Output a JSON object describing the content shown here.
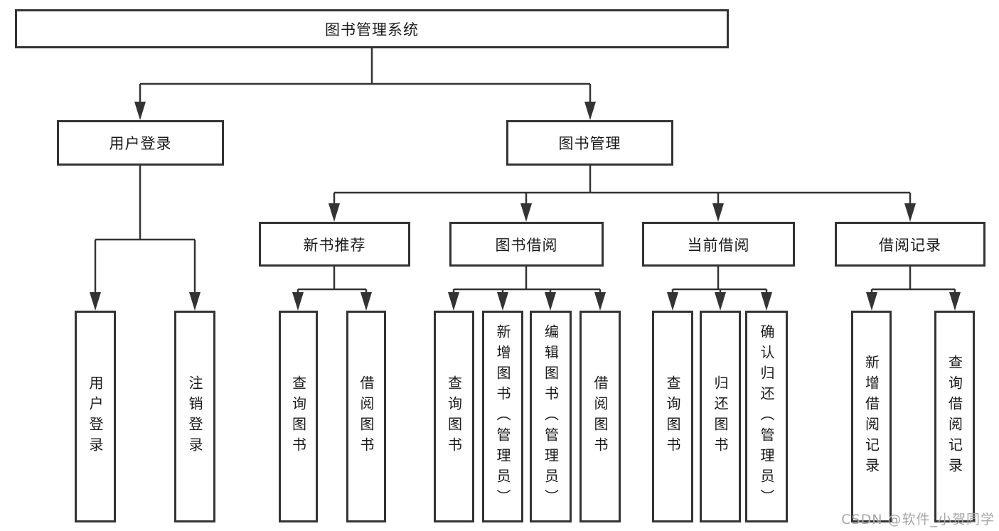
{
  "tree": {
    "label": "图书管理系统",
    "children": [
      {
        "label": "用户登录",
        "children": [
          {
            "label": "用户登录"
          },
          {
            "label": "注销登录"
          }
        ]
      },
      {
        "label": "图书管理",
        "children": [
          {
            "label": "新书推荐",
            "children": [
              {
                "label": "查询图书"
              },
              {
                "label": "借阅图书"
              }
            ]
          },
          {
            "label": "图书借阅",
            "children": [
              {
                "label": "查询图书"
              },
              {
                "label": "新增图书（管理员）"
              },
              {
                "label": "编辑图书（管理员）"
              },
              {
                "label": "借阅图书"
              }
            ]
          },
          {
            "label": "当前借阅",
            "children": [
              {
                "label": "查询图书"
              },
              {
                "label": "归还图书"
              },
              {
                "label": "确认归还（管理员）"
              }
            ]
          },
          {
            "label": "借阅记录",
            "children": [
              {
                "label": "新增借阅记录"
              },
              {
                "label": "查询借阅记录"
              }
            ]
          }
        ]
      }
    ]
  },
  "watermark": {
    "text": "CSDN @软件_小贺同学"
  },
  "colors": {
    "line": "#333333",
    "text": "#1a1a1a",
    "background": "#ffffff",
    "watermark": "#a6a6a6"
  }
}
